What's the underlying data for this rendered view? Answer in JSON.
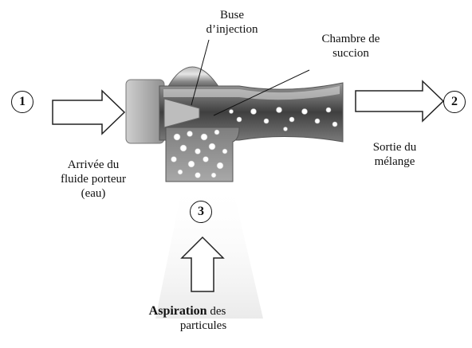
{
  "labels": {
    "nozzle_line1": "Buse",
    "nozzle_line2": "d’injection",
    "chamber_line1": "Chambre de",
    "chamber_line2": "succion",
    "inlet_line1": "Arrivée du",
    "inlet_line2": "fluide porteur",
    "inlet_line3": "(eau)",
    "outlet_line1": "Sortie du",
    "outlet_line2": "mélange",
    "aspiration_bold": "Aspiration",
    "aspiration_rest": "des",
    "aspiration_line2": "particules"
  },
  "markers": {
    "inlet": "1",
    "outlet": "2",
    "suction": "3"
  },
  "colors": {
    "body_dark": "#6f6f6f",
    "body_light": "#d2d2d2",
    "particles": "#ffffff",
    "line": "#111111"
  }
}
